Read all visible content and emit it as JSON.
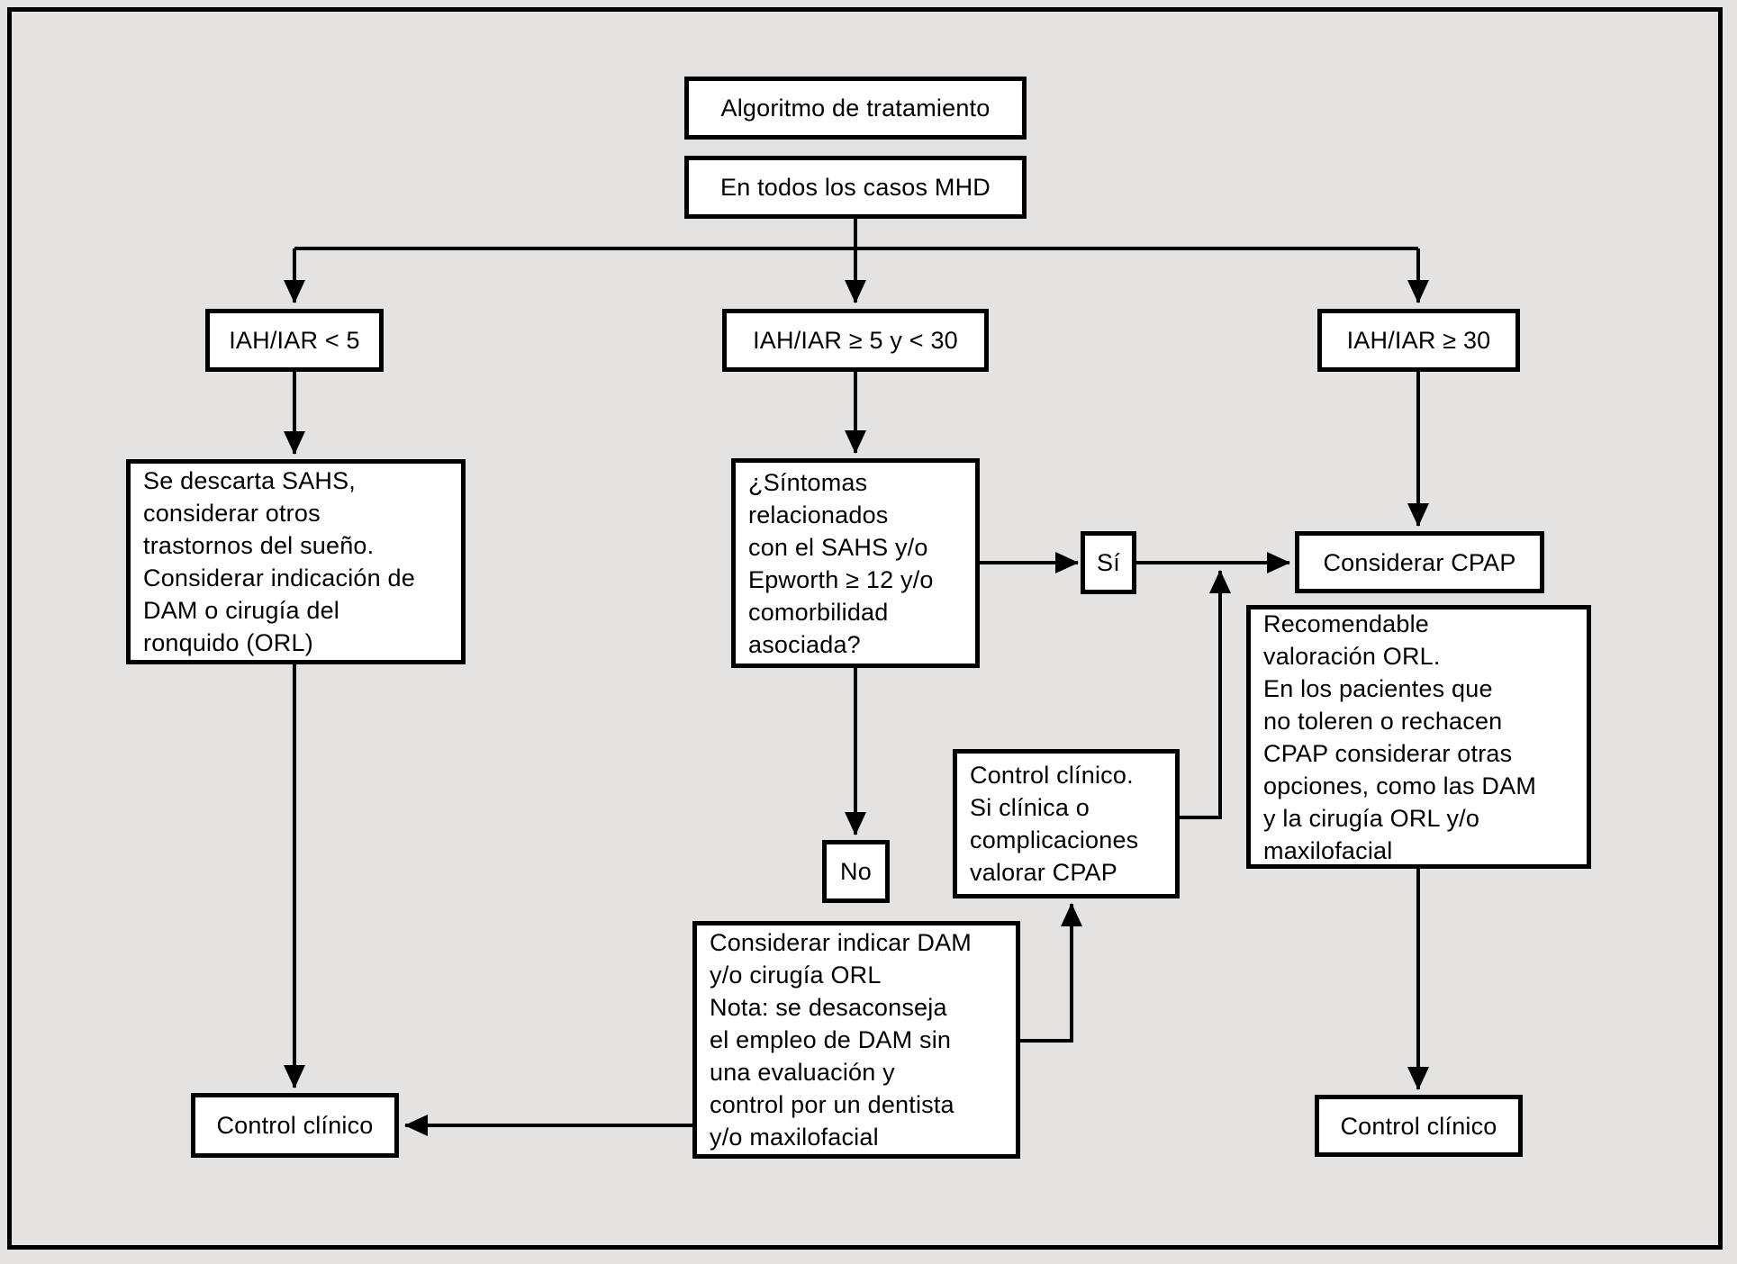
{
  "diagram": {
    "colors": {
      "background": "#e4e3e1",
      "box_fill": "#ffffff",
      "line": "#000000"
    },
    "nodes": {
      "title": {
        "text": "Algoritmo de tratamiento"
      },
      "mhd": {
        "text": "En todos los casos MHD"
      },
      "branch_low": {
        "text": "IAH/IAR < 5"
      },
      "branch_mid": {
        "text": "IAH/IAR ≥ 5 y < 30"
      },
      "branch_high": {
        "text": "IAH/IAR ≥ 30"
      },
      "discard": {
        "text": "Se descarta SAHS,\nconsiderar otros\ntrastornos del sueño.\nConsiderar indicación de\nDAM o cirugía del\nronquido (ORL)"
      },
      "symptoms": {
        "text": "¿Síntomas\nrelacionados\ncon el SAHS y/o\nEpworth ≥ 12 y/o\ncomorbilidad\nasociada?"
      },
      "yes": {
        "text": "Sí"
      },
      "no": {
        "text": "No"
      },
      "cpap": {
        "text": "Considerar CPAP"
      },
      "orl": {
        "text": "Recomendable\nvaloración ORL.\nEn los pacientes que\nno toleren o rechacen\nCPAP considerar otras\nopciones, como las DAM\ny la cirugía ORL y/o\nmaxilofacial"
      },
      "control_cpap": {
        "text": "Control clínico.\nSi clínica o\ncomplicaciones\nvalorar CPAP"
      },
      "dam": {
        "text": "Considerar indicar DAM\ny/o cirugía ORL\nNota: se desaconseja\nel empleo de DAM sin\nuna evaluación y\ncontrol por un dentista\ny/o maxilofacial"
      },
      "control_left": {
        "text": "Control clínico"
      },
      "control_right": {
        "text": "Control clínico"
      }
    }
  }
}
